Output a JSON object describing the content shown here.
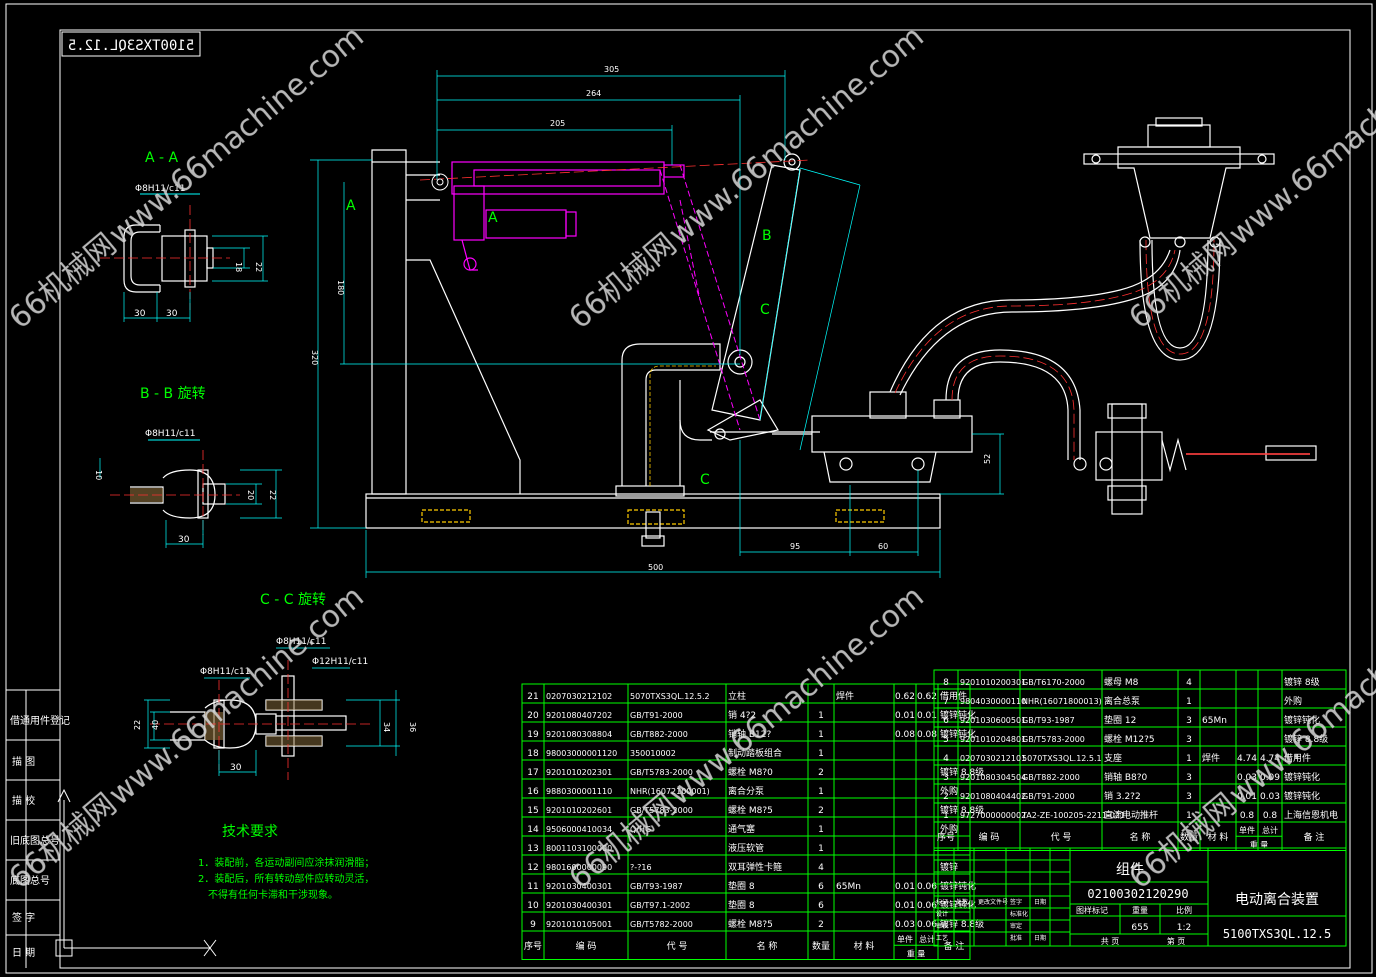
{
  "title_box": {
    "drawing_code_mirrored": "5100TXS3QL.12.5"
  },
  "colors": {
    "background": "#000000",
    "frame": "#ffffff",
    "table_lines": "#00ff00",
    "table_text": "#ffffff",
    "section_text": "#00ff00",
    "dimension": "#00ffff",
    "outline": "#ffffff",
    "cylinder": "#ff00ff",
    "centerline": "#ff3030",
    "watermark": "#d9d9d9"
  },
  "watermark": {
    "cn": "66机械网",
    "url": "www.66machine.com"
  },
  "views": {
    "aa": "A - A",
    "bb": "B - B 旋转",
    "cc": "C - C 旋转",
    "label_a": "A",
    "label_b": "B",
    "label_c": "C"
  },
  "dims": {
    "d305": "305",
    "d264": "264",
    "d205": "205",
    "d30a": "30",
    "d30b": "30",
    "d18": "18",
    "d22a": "22",
    "d10": "10",
    "d20": "20",
    "d22b": "22",
    "d30c": "30",
    "d30d": "30",
    "d22c": "22",
    "d36": "36",
    "d34": "34",
    "d40": "40",
    "d95": "95",
    "d60": "60",
    "d500": "500",
    "d52": "52",
    "d320": "320",
    "d180": "180",
    "d8h11a": "Φ8H11/c11",
    "d8h11b": "Φ8H11/c11",
    "d8h11c": "Φ8H11/c11",
    "d12h11": "Φ12H11/c11",
    "d8h11d": "Φ8H11/c11"
  },
  "tech": {
    "title": "技术要求",
    "line1": "1．装配前，各运动副间应涂抹润滑脂；",
    "line2": "2．装配后，所有转动部件应转动灵活，",
    "line3": "不得有任何卡滞和干涉现象。"
  },
  "left_strip": {
    "l1": "借通用件登记",
    "l2": "描  图",
    "l3": "描  校",
    "l4": "旧底图总号",
    "l5": "底图总号",
    "l6": "签  字",
    "l7": "日  期"
  },
  "bom_left": [
    {
      "no": "21",
      "code": "0207030212102",
      "std": "5070TXS3QL.12.5.2",
      "name": "立柱",
      "qty": "",
      "mat": "焊件",
      "w1": "0.62",
      "w2": "0.62",
      "note": "借用件"
    },
    {
      "no": "20",
      "code": "9201080407202",
      "std": "GB/T91-2000",
      "name": "销 4?2",
      "qty": "1",
      "mat": "",
      "w1": "0.01",
      "w2": "0.01",
      "note": "镀锌钝化"
    },
    {
      "no": "19",
      "code": "9201080308804",
      "std": "GB/T882-2000",
      "name": "销轴 B12?",
      "qty": "1",
      "mat": "",
      "w1": "0.08",
      "w2": "0.08",
      "note": "镀锌钝化"
    },
    {
      "no": "18",
      "code": "98003000001120",
      "std": "350010002",
      "name": "制动踏板组合",
      "qty": "1",
      "mat": "",
      "w1": "",
      "w2": "",
      "note": ""
    },
    {
      "no": "17",
      "code": "9201010202301",
      "std": "GB/T5783-2000",
      "name": "螺栓 M8?0",
      "qty": "2",
      "mat": "",
      "w1": "",
      "w2": "",
      "note": "镀锌 8.8级"
    },
    {
      "no": "16",
      "code": "9880300001110",
      "std": "NHR(16072100001)",
      "name": "离合分泵",
      "qty": "1",
      "mat": "",
      "w1": "",
      "w2": "",
      "note": "外购"
    },
    {
      "no": "15",
      "code": "9201010202601",
      "std": "GB/T5783-2000",
      "name": "螺栓 M8?5",
      "qty": "2",
      "mat": "",
      "w1": "",
      "w2": "",
      "note": "镀锌 8.8级"
    },
    {
      "no": "14",
      "code": "9506000410034",
      "std": "Q/HG",
      "name": "通气塞",
      "qty": "1",
      "mat": "",
      "w1": "",
      "w2": "",
      "note": "外购"
    },
    {
      "no": "13",
      "code": "8001103100000",
      "std": "",
      "name": "液压软管",
      "qty": "1",
      "mat": "",
      "w1": "",
      "w2": "",
      "note": ""
    },
    {
      "no": "12",
      "code": "9801600000090",
      "std": "?-?16",
      "name": "双耳弹性卡箍",
      "qty": "4",
      "mat": "",
      "w1": "",
      "w2": "",
      "note": "镀锌"
    },
    {
      "no": "11",
      "code": "9201030400301",
      "std": "GB/T93-1987",
      "name": "垫圈 8",
      "qty": "6",
      "mat": "65Mn",
      "w1": "0.01",
      "w2": "0.06",
      "note": "镀锌钝化"
    },
    {
      "no": "10",
      "code": "9201030400301",
      "std": "GB/T97.1-2002",
      "name": "垫圈 8",
      "qty": "6",
      "mat": "",
      "w1": "0.01",
      "w2": "0.06",
      "note": "镀锌钝化"
    },
    {
      "no": "9",
      "code": "9201010105001",
      "std": "GB/T5782-2000",
      "name": "螺栓 M8?5",
      "qty": "2",
      "mat": "",
      "w1": "0.03",
      "w2": "0.06",
      "note": "镀锌 8.8级"
    }
  ],
  "bom_left_header": {
    "no": "序号",
    "code": "编  码",
    "std": "代  号",
    "name": "名  称",
    "qty": "数量",
    "mat": "材  料",
    "w1": "单件",
    "w2": "总计",
    "note": "备  注",
    "w_sub": "重  量"
  },
  "bom_right": [
    {
      "no": "8",
      "code": "9201010200301",
      "std": "GB/T6170-2000",
      "name": "螺母 M8",
      "qty": "4",
      "mat": "",
      "w1": "",
      "w2": "",
      "note": "镀锌 8级"
    },
    {
      "no": "7",
      "code": "9804030000110",
      "std": "NHR(16071800013)",
      "name": "离合总泵",
      "qty": "1",
      "mat": "",
      "w1": "",
      "w2": "",
      "note": "外购"
    },
    {
      "no": "6",
      "code": "9201030600501",
      "std": "GB/T93-1987",
      "name": "垫圈 12",
      "qty": "3",
      "mat": "65Mn",
      "w1": "",
      "w2": "",
      "note": "镀锌钝化"
    },
    {
      "no": "5",
      "code": "9201010204801",
      "std": "GB/T5783-2000",
      "name": "螺栓 M12?5",
      "qty": "3",
      "mat": "",
      "w1": "",
      "w2": "",
      "note": "镀锌 8.8级"
    },
    {
      "no": "4",
      "code": "0207030212101",
      "std": "5070TXS3QL.12.5.1",
      "name": "支座",
      "qty": "1",
      "mat": "焊件",
      "w1": "4.74",
      "w2": "4.74",
      "note": "借用件"
    },
    {
      "no": "3",
      "code": "9201080304504",
      "std": "GB/T882-2000",
      "name": "销轴 B8?0",
      "qty": "3",
      "mat": "",
      "w1": "0.03",
      "w2": "0.09",
      "note": "镀锌钝化"
    },
    {
      "no": "2",
      "code": "9201080404402",
      "std": "GB/T91-2000",
      "name": "销 3.2?2",
      "qty": "3",
      "mat": "",
      "w1": "0.01",
      "w2": "0.03",
      "note": "镀锌钝化"
    },
    {
      "no": "1",
      "code": "9727000000002",
      "std": "TA2-ZE-100205-2211-021",
      "name": "直流电动推杆",
      "qty": "1",
      "mat": "",
      "w1": "0.8",
      "w2": "0.8",
      "note": "上海信恩机电"
    }
  ],
  "title_block": {
    "group": "组件",
    "drawing_no": "02100302120290",
    "part_name": "电动离合装置",
    "product_code": "5100TXS3QL.12.5",
    "stage_label": "图样标记",
    "weight_label": "重量",
    "scale_label": "比例",
    "weight": "655",
    "scale": "1:2",
    "sheet_total": "共  页",
    "sheet_no": "第  页",
    "row_labels": [
      "标记",
      "处数",
      "更改文件号",
      "签字",
      "日期"
    ],
    "people": [
      "设计",
      "审核",
      "工艺",
      "标准化",
      "审定",
      "批准",
      "日期"
    ]
  }
}
